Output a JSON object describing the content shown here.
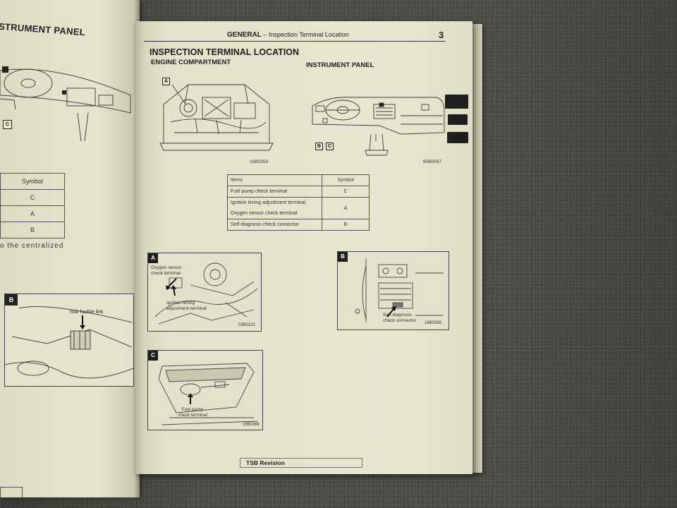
{
  "left_page": {
    "title": "STRUMENT PANEL",
    "label_c": "C",
    "table": {
      "header": "Symbol",
      "rows": [
        "C",
        "A",
        "B"
      ]
    },
    "text": "o  the  centralized",
    "figure_b": {
      "tag": "B",
      "callout": "Sub fusible link"
    }
  },
  "right_page": {
    "header": {
      "section": "GENERAL",
      "separator": "–",
      "topic": "Inspection Terminal Location",
      "page_number": "3"
    },
    "title": "INSPECTION TERMINAL LOCATION",
    "engine_compartment": {
      "heading": "ENGINE COMPARTMENT",
      "label": "A",
      "code": "16B0359"
    },
    "instrument_panel": {
      "heading": "INSTRUMENT PANEL",
      "label_b": "B",
      "label_c": "C",
      "code": "65B0067"
    },
    "table": {
      "headers": [
        "Items",
        "Symbol"
      ],
      "rows": [
        {
          "item": "Fuel pump check terminal",
          "symbol": "C"
        },
        {
          "item": "Ignition timing adjustment terminal",
          "symbol": "A"
        },
        {
          "item": "Oxygen sensor check terminal",
          "symbol": ""
        },
        {
          "item": "Self-diagnosis check connector",
          "symbol": "B"
        }
      ]
    },
    "detail_a": {
      "tag": "A",
      "callout_1": "Oxygen sensor check terminal",
      "callout_2": "Ignition timing adjustment terminal",
      "code": "03B0101"
    },
    "detail_b": {
      "tag": "B",
      "callout": "Self-diagnosis check connector",
      "code": "16B0365"
    },
    "detail_c": {
      "tag": "C",
      "callout": "Fuel pump check terminal",
      "code": "16B0366"
    },
    "footer": "TSB Revision"
  }
}
